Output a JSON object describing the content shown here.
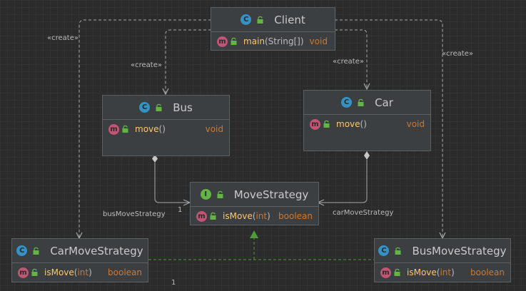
{
  "classes": {
    "client": {
      "name": "Client",
      "method": {
        "name": "main",
        "param": "String[]",
        "returns": "void"
      }
    },
    "bus": {
      "name": "Bus",
      "method": {
        "name": "move",
        "param": "",
        "returns": "void"
      }
    },
    "car": {
      "name": "Car",
      "method": {
        "name": "move",
        "param": "",
        "returns": "void"
      }
    },
    "move_strategy": {
      "name": "MoveStrategy",
      "method": {
        "name": "isMove",
        "param": "int",
        "returns": "boolean"
      }
    },
    "car_move_strategy": {
      "name": "CarMoveStrategy",
      "method": {
        "name": "isMove",
        "param": "int",
        "returns": "boolean"
      }
    },
    "bus_move_strategy": {
      "name": "BusMoveStrategy",
      "method": {
        "name": "isMove",
        "param": "int",
        "returns": "boolean"
      }
    }
  },
  "icons": {
    "class": "C",
    "interface": "I",
    "method": "m"
  },
  "edge_labels": {
    "create_car_strategy": "«create»",
    "create_bus": "«create»",
    "create_car": "«create»",
    "create_bus_strategy": "«create»",
    "bus_field": "busMoveStrategy",
    "bus_multiplicity": "1",
    "car_field": "carMoveStrategy",
    "bottom_multiplicity": "1"
  },
  "colors": {
    "background": "#2b2b2b",
    "box": "#3c3f41",
    "method_name": "#ffc66d",
    "keyword": "#cc7832",
    "class_icon": "#3592c4",
    "interface_icon": "#62b543",
    "method_icon": "#c25474",
    "realization_arrow": "#4e9a3c"
  }
}
